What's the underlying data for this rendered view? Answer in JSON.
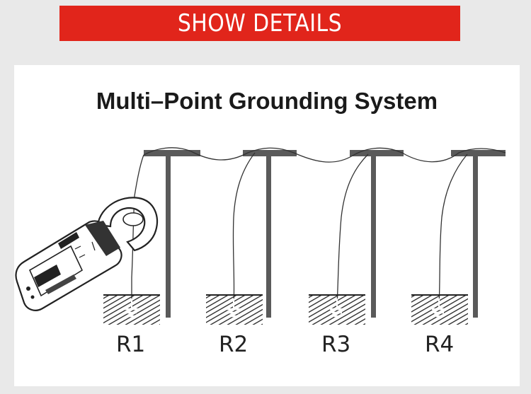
{
  "banner": {
    "label": "SHOW DETAILS",
    "color": "#e1251b"
  },
  "diagram": {
    "title": "Multi–Point Grounding System",
    "resistances": [
      "R1",
      "R2",
      "R3",
      "R4"
    ]
  },
  "device": {
    "icon": "clamp-meter-icon"
  }
}
